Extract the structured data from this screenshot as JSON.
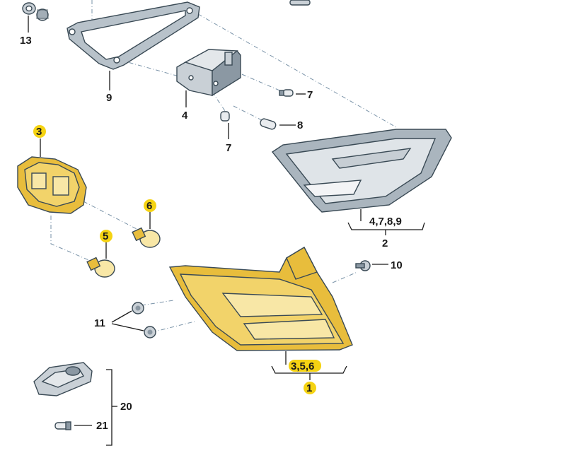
{
  "callouts": {
    "c13": "13",
    "c9": "9",
    "c4": "4",
    "c7a": "7",
    "c7b": "7",
    "c8": "8",
    "c3": "3",
    "c6": "6",
    "c5": "5",
    "c4789": "4,7,8,9",
    "c2": "2",
    "c10": "10",
    "c11": "11",
    "c356": "3,5,6",
    "c1": "1",
    "c20": "20",
    "c21": "21"
  },
  "colors": {
    "highlight": "#f5d312",
    "part_outline": "#3a4a55",
    "lamp_yellow": "#f2d36a",
    "dash_line": "#7a93a8"
  }
}
